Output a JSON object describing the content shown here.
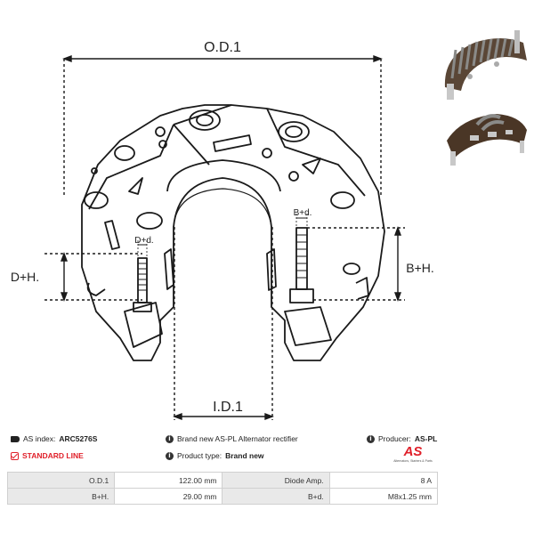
{
  "dimensions": {
    "od": "O.D.1",
    "id": "I.D.1",
    "dh": "D+H.",
    "bh": "B+H.",
    "dd": "D+d.",
    "bd": "B+d."
  },
  "info": {
    "as_index_label": "AS index:",
    "as_index_value": "ARC5276S",
    "description": "Brand new AS-PL Alternator rectifier",
    "producer_label": "Producer:",
    "producer_value": "AS-PL",
    "standard_line": "STANDARD LINE",
    "product_type_label": "Product type:",
    "product_type_value": "Brand new"
  },
  "logo": {
    "mark": "AS",
    "tagline": "Alternators, Starters & Parts"
  },
  "specs": [
    {
      "k1": "O.D.1",
      "v1": "122.00 mm",
      "k2": "Diode Amp.",
      "v2": "8 A"
    },
    {
      "k1": "B+H.",
      "v1": "29.00 mm",
      "k2": "B+d.",
      "v2": "M8x1.25 mm"
    }
  ],
  "icons": {
    "as_index": "tag-icon",
    "description": "info-icon",
    "producer": "info-icon",
    "standard_line": "checkbox-icon",
    "product_type": "info-icon"
  },
  "colors": {
    "accent_red": "#e0202a",
    "label_cell_bg": "#e9e9e9"
  }
}
